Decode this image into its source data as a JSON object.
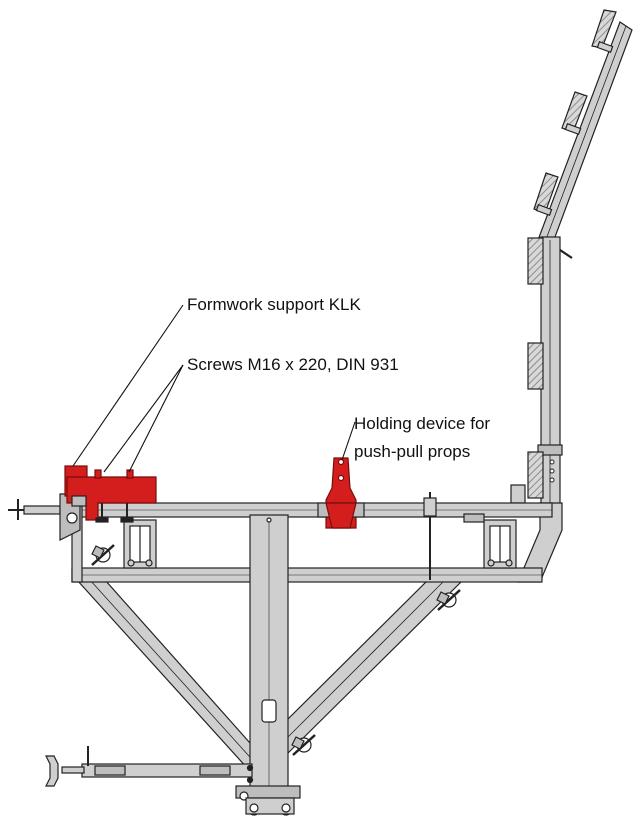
{
  "labels": {
    "formwork_support": "Formwork support KLK",
    "screws": "Screws M16 x 220, DIN 931",
    "holding_line1": "Holding device for",
    "holding_line2": "push-pull props"
  },
  "colors": {
    "steel": "#cfcfcf",
    "steel_dark": "#bdbdbd",
    "outline": "#222222",
    "highlight": "#d41e1e",
    "hatch": "#8a8a8a"
  }
}
